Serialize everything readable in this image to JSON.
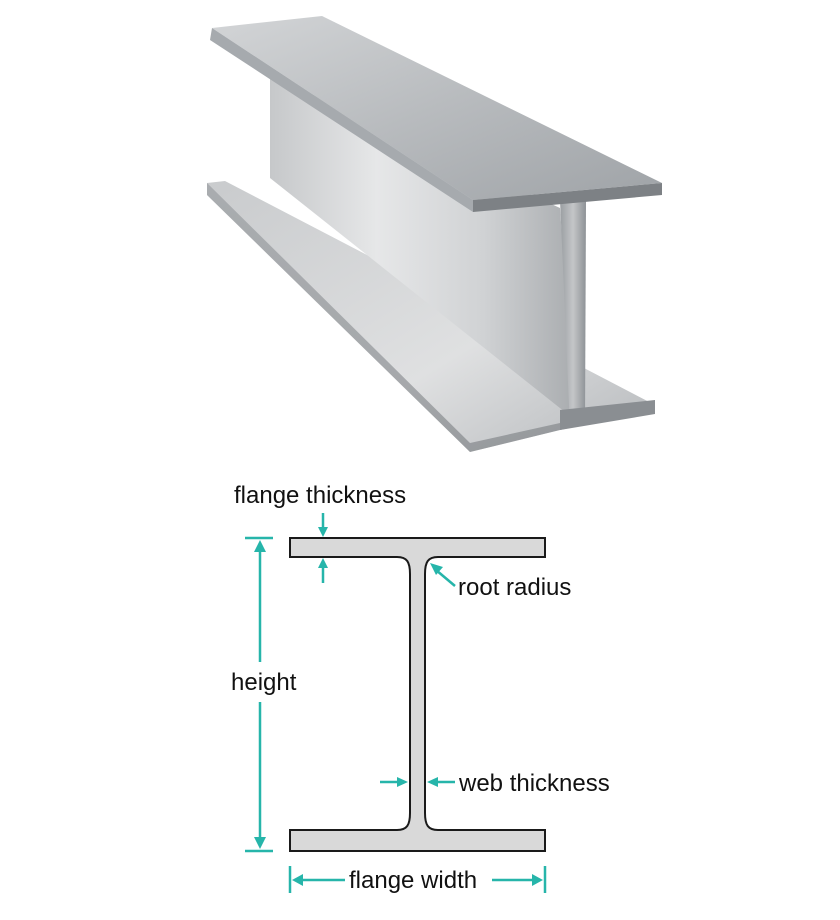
{
  "photo": {
    "subject": "steel I-beam"
  },
  "diagram": {
    "labels": {
      "flange_thickness": "flange thickness",
      "root_radius": "root radius",
      "height": "height",
      "web_thickness": "web thickness",
      "flange_width": "flange width"
    },
    "colors": {
      "dimension_arrow": "#26b5aa",
      "section_fill": "#d9d9d9",
      "section_stroke": "#1a1a1a"
    }
  }
}
